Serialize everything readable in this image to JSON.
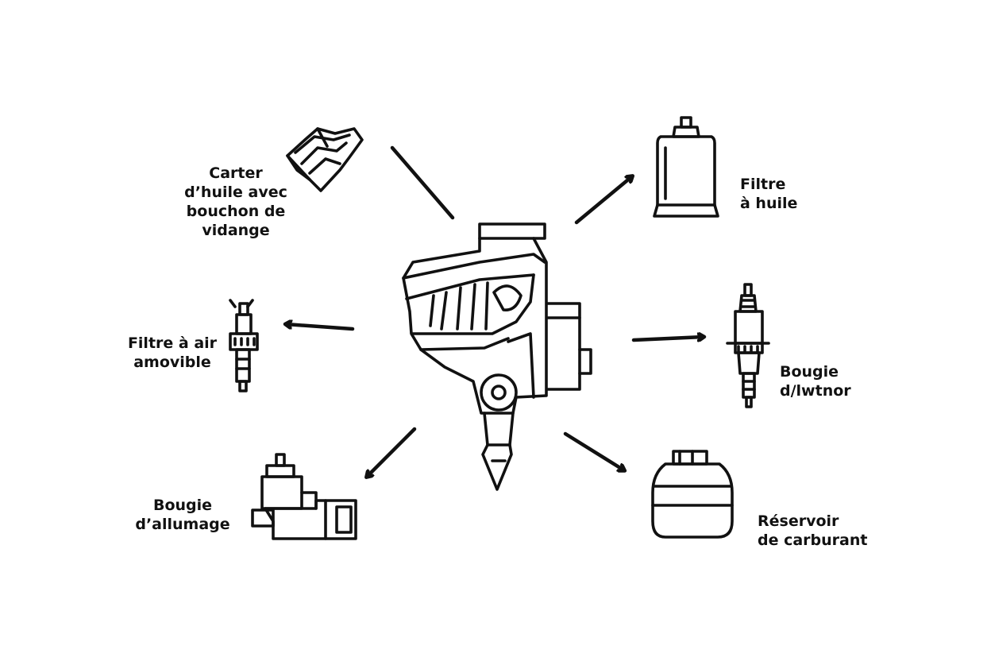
{
  "diagram": {
    "labels": {
      "oil_pan": [
        "Carter",
        "d’huile avec",
        "bouchon de",
        "vidange"
      ],
      "air_filter": [
        "Filtre à air",
        "amovible"
      ],
      "spark_plug_left": [
        "Bougie",
        "d’allumage"
      ],
      "oil_filter": [
        "Filtre",
        "à huile"
      ],
      "spark_plug_right": [
        "Bougie",
        "d/lwtnor"
      ],
      "fuel_tank": [
        "Réservoir",
        "de carburant"
      ]
    },
    "icons": {
      "center": "engine-icon",
      "oil_pan": "oil-pan-icon",
      "air_filter": "spark-plug-icon",
      "spark_plug_left": "pump-valve-icon",
      "oil_filter": "oil-filter-icon",
      "spark_plug_right": "spark-plug-icon",
      "fuel_tank": "fuel-tank-icon"
    },
    "colors": {
      "ink": "#111111",
      "background": "#ffffff"
    }
  }
}
